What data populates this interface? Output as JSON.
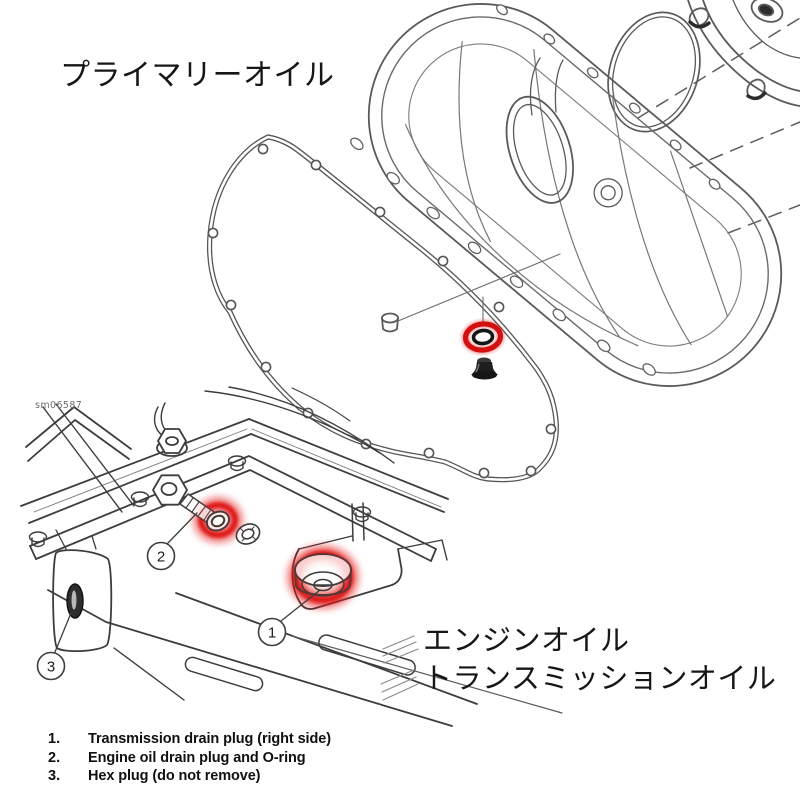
{
  "diagram": {
    "labels": {
      "primary_oil": "プライマリーオイル",
      "engine_oil": "エンジンオイル",
      "transmission_oil": "トランスミッションオイル"
    },
    "watermark": "sm06587",
    "callouts": [
      {
        "num": "1"
      },
      {
        "num": "2"
      },
      {
        "num": "3"
      }
    ],
    "legend": [
      {
        "num": "1.",
        "text": "Transmission drain plug (right side)"
      },
      {
        "num": "2.",
        "text": "Engine oil drain plug and O-ring"
      },
      {
        "num": "3.",
        "text": "Hex plug (do not remove)"
      }
    ],
    "colors": {
      "line_art": "#4a4a4a",
      "highlight_ring": "#d40f0f",
      "glow": "#e41212",
      "plug_fill": "#1f1f1f"
    }
  }
}
